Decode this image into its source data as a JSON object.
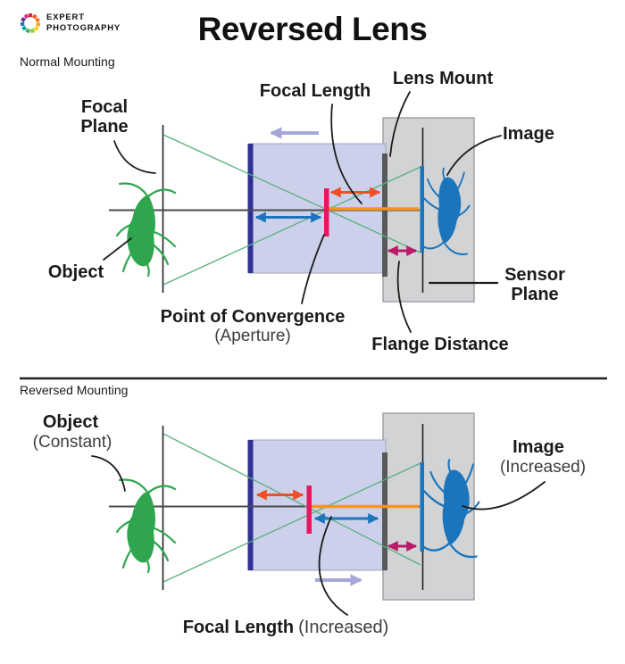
{
  "header": {
    "logo": {
      "icon": "color-wheel-icon",
      "line1": "EXPERT",
      "line2": "PHOTOGRAPHY"
    },
    "title": "Reversed Lens"
  },
  "colors": {
    "object_green": "#2fa64e",
    "image_blue": "#1b75bc",
    "ray_green": "#57b07c",
    "lens_fill": "#ccd0ea",
    "lens_border": "#a2a4ba",
    "lens_edge_navy": "#2e3192",
    "mount_gray": "#58595b",
    "camera_fill": "#d2d3d5",
    "camera_border": "#a0a2a5",
    "axis_gray": "#4a4b4d",
    "plane_black": "#231f20",
    "focal_red": "#f04e23",
    "converge_blue": "#1b75bc",
    "image_orange": "#f7941e",
    "flange_magenta": "#bb1a68",
    "aperture_pink": "#e8175d",
    "shift_lavender": "#a5a8d8",
    "leader_black": "#1c1c1c",
    "text_black": "#1a1a1a",
    "text_gray": "#3d3d3f"
  },
  "diagram_normal": {
    "section_label": "Normal Mounting",
    "lens_shift_direction": "left",
    "labels": {
      "focal_plane": "Focal\nPlane",
      "focal_length": "Focal Length",
      "lens_mount": "Lens Mount",
      "image": "Image",
      "object": "Object",
      "point_of_convergence": "Point of Convergence",
      "point_of_convergence_sub": "(Aperture)",
      "flange_distance": "Flange Distance",
      "sensor_plane": "Sensor\nPlane"
    }
  },
  "diagram_reversed": {
    "section_label": "Reversed Mounting",
    "lens_shift_direction": "right",
    "labels": {
      "object": "Object",
      "object_sub": "(Constant)",
      "image": "Image",
      "image_sub": "(Increased)",
      "focal_length": "Focal Length",
      "focal_length_sub": "(Increased)"
    }
  }
}
